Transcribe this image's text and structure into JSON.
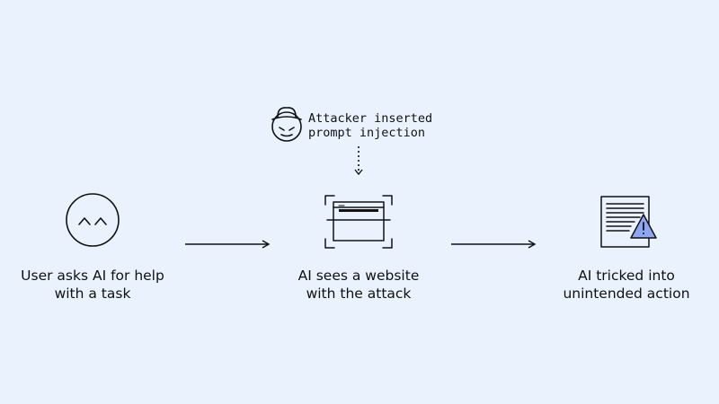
{
  "attacker": {
    "line1": "Attacker inserted",
    "line2": "prompt injection",
    "icon": "spy-hat-icon"
  },
  "steps": [
    {
      "line1": "User asks AI for help",
      "line2": "with a task",
      "icon": "smiley-face-icon"
    },
    {
      "line1": "AI sees a website",
      "line2": "with the attack",
      "icon": "website-scan-icon"
    },
    {
      "line1": "AI tricked into",
      "line2": "unintended action",
      "icon": "warning-document-icon"
    }
  ],
  "colors": {
    "background": "#eaf3fd",
    "stroke": "#111111",
    "warning_fill": "#8fa6f5"
  }
}
